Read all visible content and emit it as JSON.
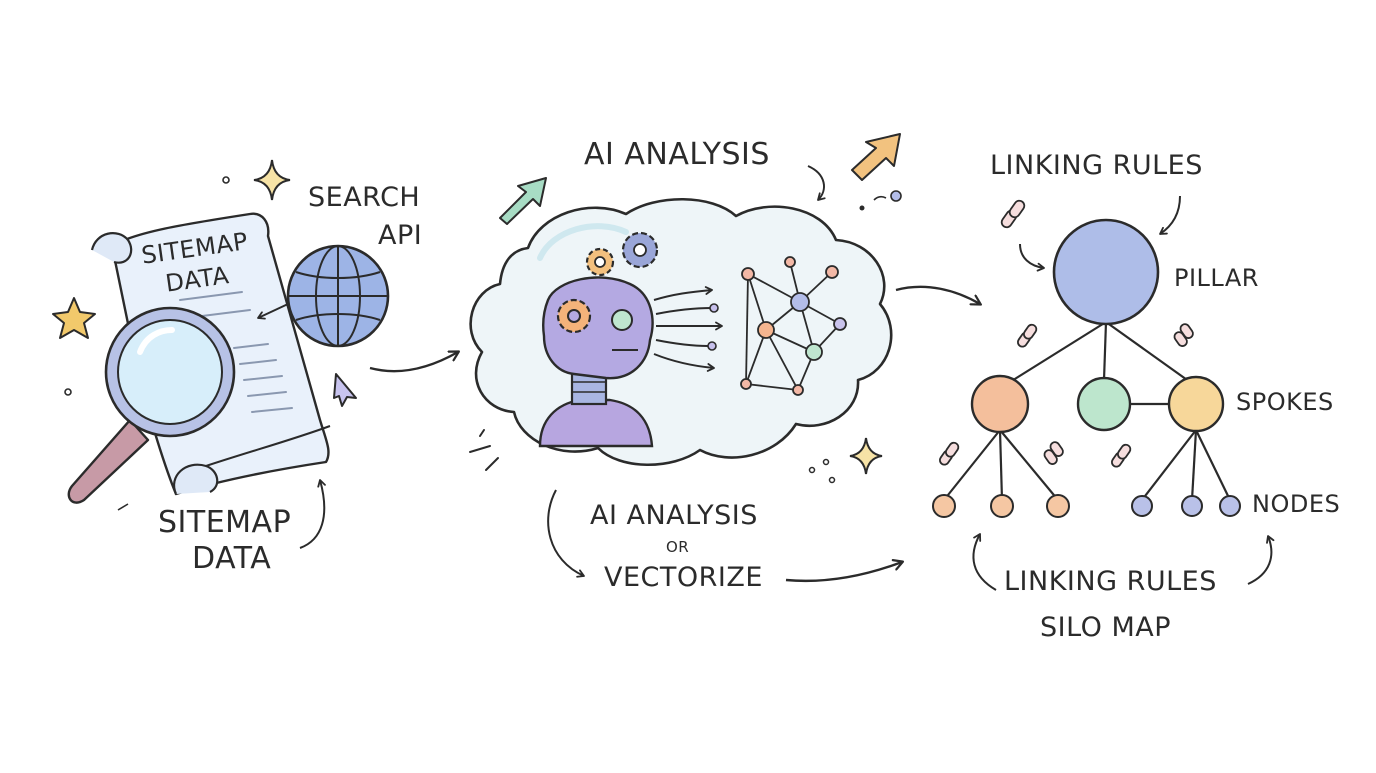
{
  "colors": {
    "ink": "#2b2b2b",
    "paper": "#e9f1fb",
    "globe": "#9db4e6",
    "lens": "#d7eefa",
    "handle": "#c79aa6",
    "robot": "#b7a6e0",
    "cloud": "#eef5f8",
    "star": "#f2c96b",
    "arrow_green": "#a7dcc4",
    "arrow_orange": "#f2c27f",
    "pillar": "#aebde8",
    "spoke_orange": "#f4bf9c",
    "spoke_green": "#bde6cd",
    "spoke_yellow": "#f7d79a",
    "node_orange": "#f5c7a3",
    "node_blue": "#b9c1e8",
    "chain": "#d9a4a8"
  },
  "source": {
    "scroll_text": [
      "SITEMAP",
      "DATA"
    ],
    "search_api": [
      "SEARCH",
      "API"
    ],
    "caption": [
      "SITEMAP",
      "DATA"
    ],
    "icons": [
      "scroll-icon",
      "magnifier-icon",
      "globe-icon",
      "cursor-icon",
      "star-icon"
    ]
  },
  "analysis": {
    "title": "AI ANALYSIS",
    "caption_line1": "AI ANALYSIS",
    "caption_or": "OR",
    "caption_line3": "VECTORIZE",
    "icons": [
      "cloud-icon",
      "robot-head-icon",
      "gear-icon",
      "network-graph-icon",
      "arrow-up-icon"
    ]
  },
  "silo": {
    "title": "LINKING RULES",
    "pillar_label": "PILLAR",
    "spokes_label": "SPOKES",
    "nodes_label": "NODES",
    "caption_line1": "LINKING RULES",
    "caption_line2": "SILO MAP",
    "icons": [
      "chain-link-icon"
    ]
  }
}
